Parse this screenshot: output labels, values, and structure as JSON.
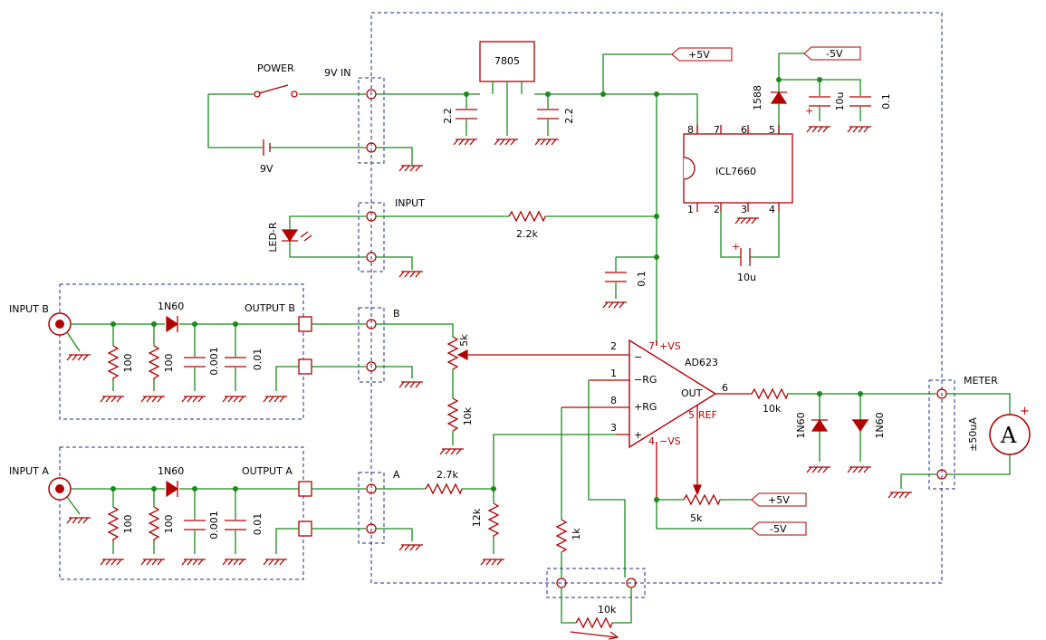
{
  "labels": {
    "power": "POWER",
    "nine_v_in": "9V IN",
    "battery": "9V",
    "reg": "7805",
    "c_reg_in": "2.2",
    "c_reg_out": "2.2",
    "plus5_top": "+5V",
    "minus5_top": "-5V",
    "diode_1588": "1588",
    "c_10u_top": "10u",
    "c_01_top": "0.1",
    "ic_7660": "ICL7660",
    "p8": "8",
    "p7": "7",
    "p6": "6",
    "p5": "5",
    "p1": "1",
    "p2": "2",
    "p3": "3",
    "p4": "4",
    "c_10u_bot": "10u",
    "input_conn": "INPUT",
    "led": "LED-R",
    "r_22k": "2.2k",
    "c_01_mid": "0.1",
    "input_b": "INPUT B",
    "input_a": "INPUT A",
    "diode_b": "1N60",
    "diode_a": "1N60",
    "output_b": "OUTPUT B",
    "output_a": "OUTPUT A",
    "r100": "100",
    "c0001": "0.001",
    "c001": "0.01",
    "conn_b": "B",
    "conn_a": "A",
    "pot_5k": "5k",
    "r_10k_b": "10k",
    "r_27k": "2.7k",
    "r_12k": "12k",
    "amp_name": "AD623",
    "pin_vs_plus": "7",
    "vs_plus": "+VS",
    "pin2": "2",
    "pin1": "1",
    "pin8": "8",
    "pin3": "3",
    "pin6": "6",
    "minus": "−",
    "rg_minus": "−RG",
    "rg_plus": "+RG",
    "plus": "+",
    "out": "OUT",
    "pin_ref": "5",
    "ref": "REF",
    "pin_vs_minus": "4",
    "vs_minus": "−VS",
    "r_out_10k": "10k",
    "diode_out1": "1N60",
    "diode_out2": "1N60",
    "meter": "METER",
    "meter_range": "±50uA",
    "ammeter": "A",
    "pot_ref": "5k",
    "plus5_ref": "+5V",
    "minus5_ref": "-5V",
    "r_1k": "1k",
    "pot_gain": "10k"
  }
}
